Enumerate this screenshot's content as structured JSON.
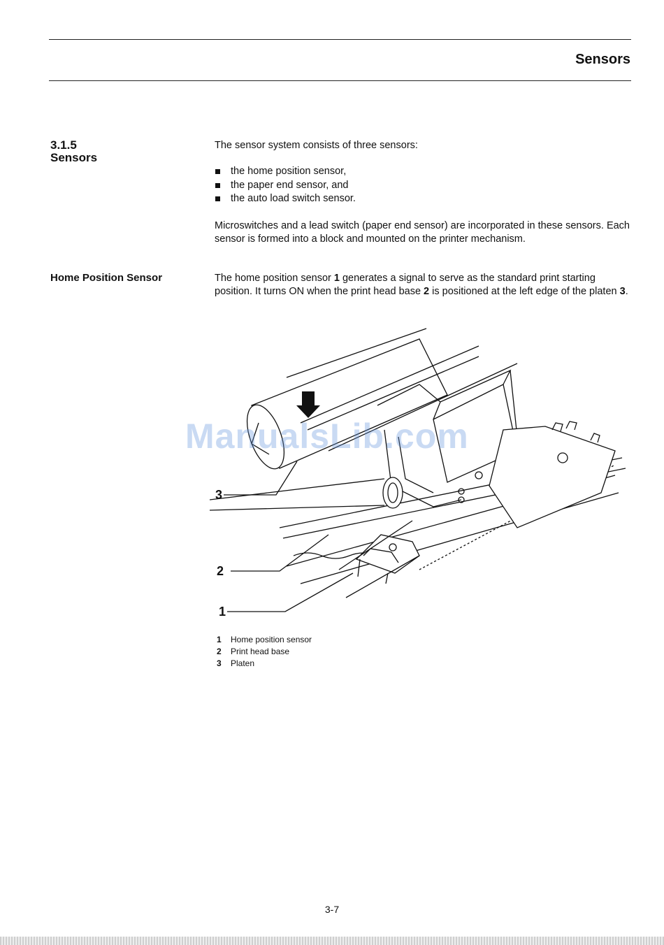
{
  "header": {
    "title": "Sensors"
  },
  "section": {
    "number": "3.1.5",
    "title": "Sensors"
  },
  "intro": "The sensor system consists of three sensors:",
  "bullets": [
    "the home position sensor,",
    "the paper end sensor, and",
    "the auto load switch sensor."
  ],
  "microswitches": "Microswitches and a lead switch (paper end sensor) are incorporated in these sensors. Each sensor is formed into a block and mounted on the printer mechanism.",
  "home_position": {
    "heading": "Home Position Sensor",
    "text_a": "The home position sensor ",
    "ref1": "1",
    "text_b": " generates a signal to serve as the standard print starting position. It turns ON when the print head base ",
    "ref2": "2",
    "text_c": " is positioned at the left edge of the platen ",
    "ref3": "3",
    "text_d": "."
  },
  "figure": {
    "callouts": [
      "3",
      "2",
      "1"
    ],
    "legend": [
      {
        "num": "1",
        "label": "Home position sensor"
      },
      {
        "num": "2",
        "label": "Print head base"
      },
      {
        "num": "3",
        "label": "Platen"
      }
    ]
  },
  "watermark": "ManualsLib.com",
  "page_number": "3-7"
}
